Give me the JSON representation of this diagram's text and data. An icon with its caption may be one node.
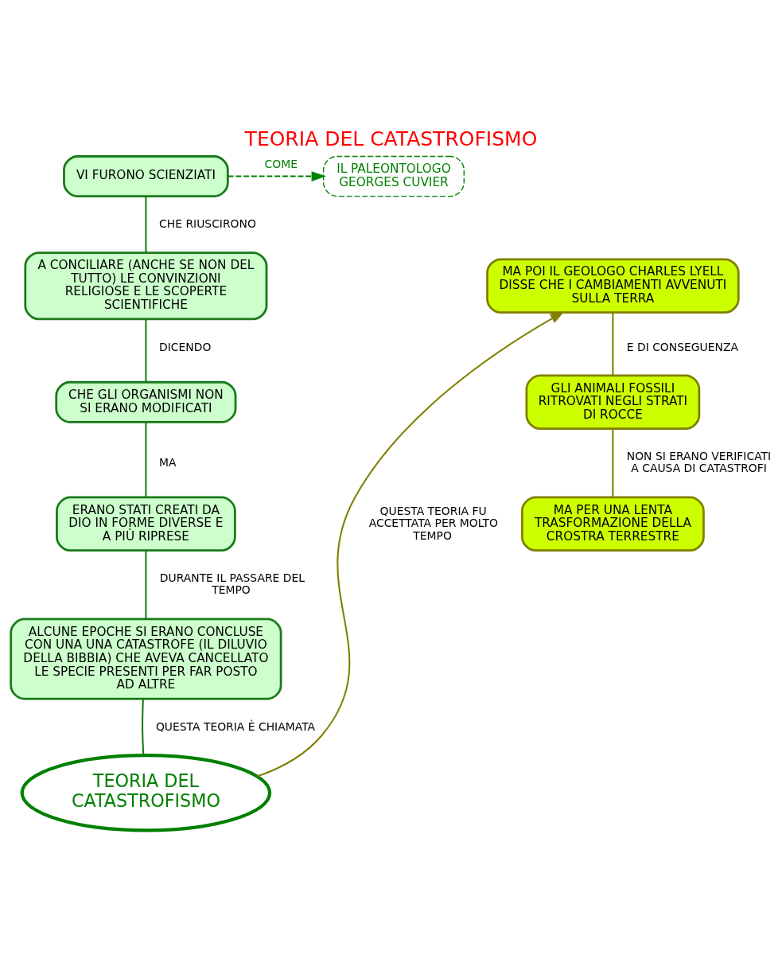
{
  "diagram": {
    "title": "TEORIA DEL CATASTROFISMO",
    "nodes": [
      {
        "text": [
          "VI FURONO SCIENZIATI"
        ]
      },
      {
        "text": [
          "IL PALEONTOLOGO GEORGES CUVIER"
        ]
      },
      {
        "text": [
          "A CONCILIARE (ANCHE SE NON DEL TUTTO) LE CONVINZIONI RELIGIOSE E LE SCOPERTE SCIENTIFICHE"
        ]
      },
      {
        "text": [
          "CHE GLI ORGANISMI NON SI ERANO MODIFICATI"
        ]
      },
      {
        "text": [
          "ERANO STATI CREATI DA DIO IN FORME DIVERSE E A PIÙ RIPRESE"
        ]
      },
      {
        "text": [
          "ALCUNE EPOCHE SI ERANO CONCLUSE CON UNA UNA CATASTROFE (IL DILUVIO DELLA BIBBIA) CHE AVEVA CANCELLATO LE SPECIE PRESENTI PER FAR POSTO AD ALTRE"
        ]
      },
      {
        "text": [
          "TEORIA DEL CATASTROFISMO"
        ]
      },
      {
        "text": [
          "MA POI IL GEOLOGO CHARLES LYELL DISSE CHE I CAMBIAMENTI AVVENUTI SULLA TERRA"
        ]
      },
      {
        "text": [
          "GLI ANIMALI FOSSILI RITROVATI NEGLI STRATI DI ROCCE"
        ]
      },
      {
        "text": [
          "MA PER UNA LENTA TRASFORMAZIONE DELLA CROSTRA TERRESTRE"
        ]
      }
    ],
    "edges": [
      {
        "from": 0,
        "to": 1,
        "arrow": "to",
        "label": "COME",
        "style": "dashed",
        "color": "#008000"
      },
      {
        "from": 0,
        "to": 2,
        "arrow": "none",
        "label": "CHE RIUSCIRONO"
      },
      {
        "from": 2,
        "to": 3,
        "arrow": "none",
        "label": "DICENDO"
      },
      {
        "from": 3,
        "to": 4,
        "arrow": "none",
        "label": "MA"
      },
      {
        "from": 4,
        "to": 5,
        "arrow": "none",
        "label": "DURANTE IL PASSARE DEL TEMPO"
      },
      {
        "from": 5,
        "to": 6,
        "arrow": "none",
        "label": "QUESTA TEORIA È CHIAMATA"
      },
      {
        "from": 6,
        "to": 7,
        "arrow": "to",
        "label": "QUESTA TEORIA FU ACCETTATA PER MOLTO TEMPO",
        "color": "#808000"
      },
      {
        "from": 7,
        "to": 8,
        "arrow": "none",
        "label": "E DI CONSEGUENZA",
        "color": "#808000"
      },
      {
        "from": 8,
        "to": 9,
        "arrow": "none",
        "label": "NON SI ERANO VERIFICATI A CAUSA DI CATASTROFI",
        "color": "#808000"
      }
    ]
  }
}
